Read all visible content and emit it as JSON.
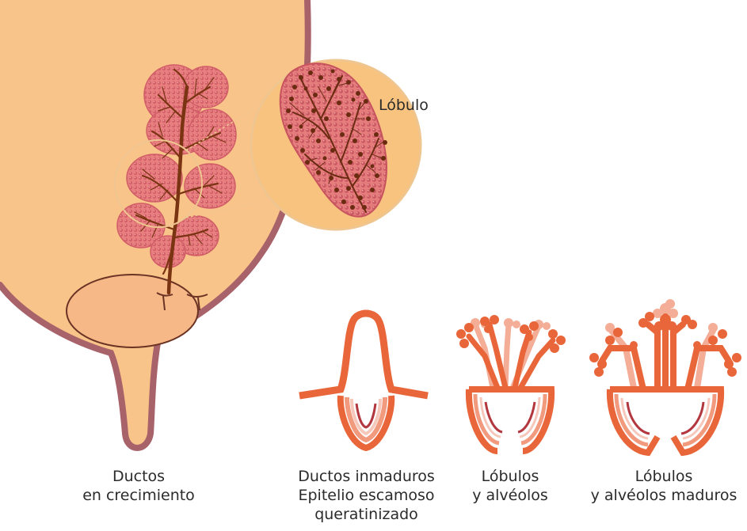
{
  "labels": {
    "lobule_callout": "Lóbulo",
    "stage1": [
      "Ductos",
      "en crecimiento"
    ],
    "stage2": [
      "Ductos inmaduros",
      "Epitelio escamoso",
      "queratinizado"
    ],
    "stage3": [
      "Lóbulos",
      "y alvéolos"
    ],
    "stage4": [
      "Lóbulos",
      "y alvéolos maduros"
    ]
  },
  "colors": {
    "skin": "#f9c489",
    "skin_outline": "#a8626a",
    "areola": "#f7b888",
    "lobule_pink": "#e07373",
    "duct_brown": "#7a3412",
    "callout_circle": "#f8c27f",
    "callout_ring": "#efc590",
    "tissue_orange": "#e8663a",
    "tissue_light": "#f29a7e",
    "tissue_inner": "#f6c7bb",
    "tissue_dark": "#b2373f",
    "alveoli_pale": "#f4ad96"
  }
}
